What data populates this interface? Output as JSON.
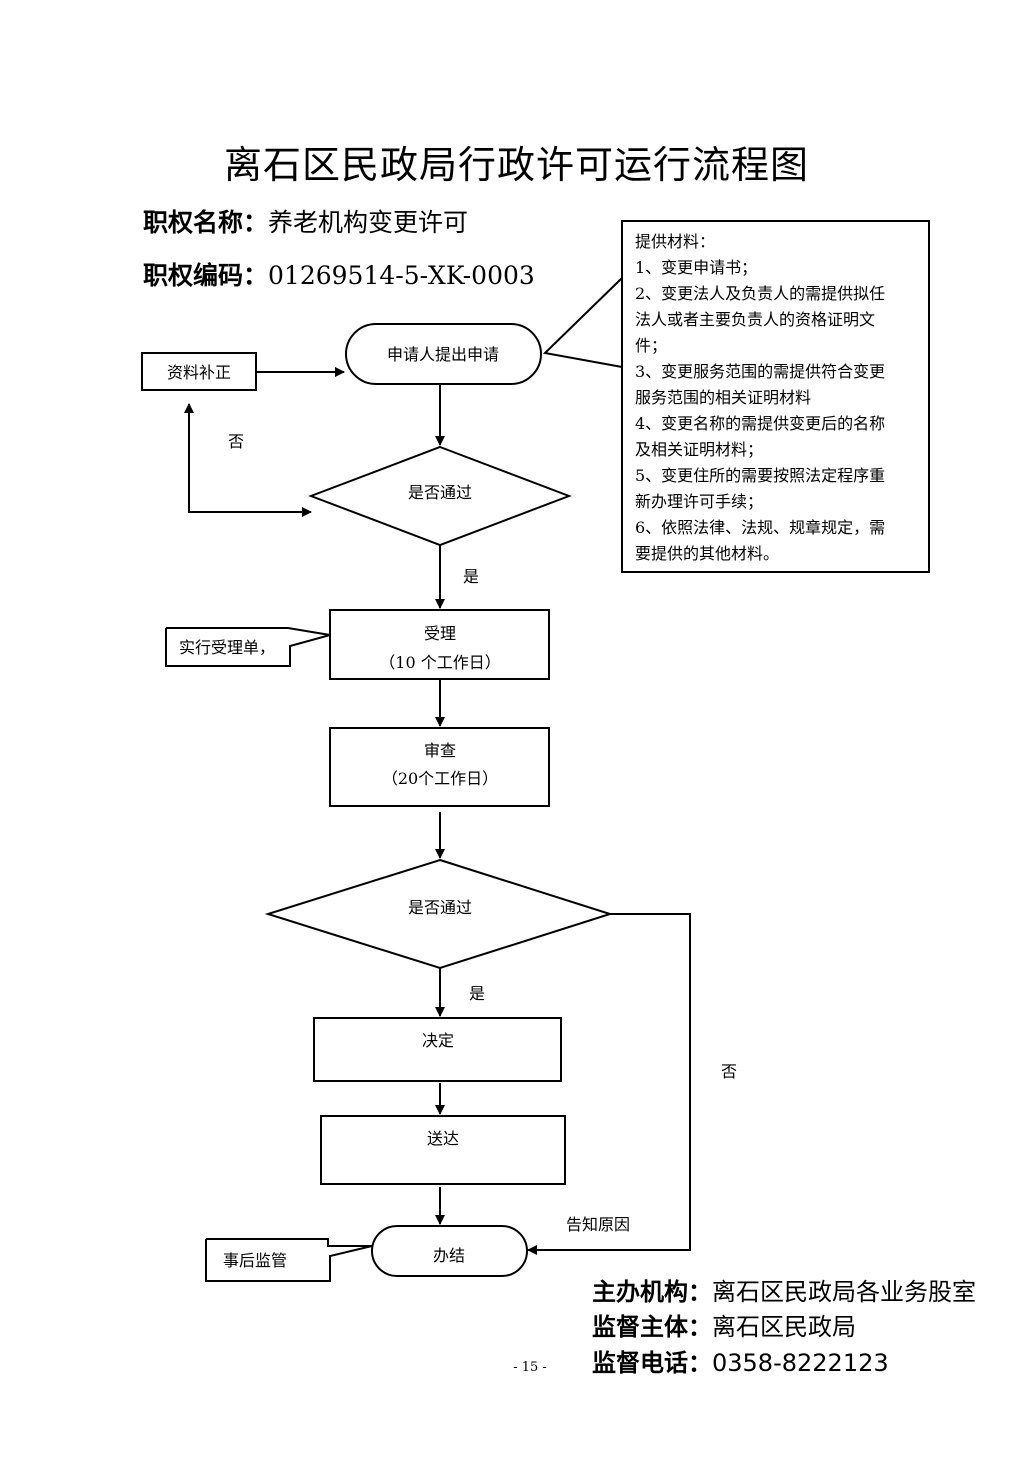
{
  "document": {
    "title": "离石区民政局行政许可运行流程图",
    "authority_name_label": "职权名称：",
    "authority_name_value": "养老机构变更许可",
    "authority_code_label": "职权编码：",
    "authority_code_value": "01269514-5-XK-0003"
  },
  "flowchart": {
    "start": "申请人提出申请",
    "supplement": "资料补正",
    "check1": "是否通过",
    "no1": "否",
    "yes1": "是",
    "accept_line1": "受理",
    "accept_line2": "（10 个工作日）",
    "accept_note": "实行受理单，",
    "review_line1": "审查",
    "review_line2": "（20个工作日）",
    "check2": "是否通过",
    "yes2": "是",
    "no2": "否",
    "decision": "决定",
    "delivery": "送达",
    "reason": "告知原因",
    "finish": "办结",
    "finish_note": "事后监管"
  },
  "materials": {
    "lines": [
      "提供材料：",
      "1、变更申请书；",
      "2、变更法人及负责人的需提供拟任",
      "法人或者主要负责人的资格证明文",
      "件；",
      "3、变更服务范围的需提供符合变更",
      "服务范围的相关证明材料",
      "4、变更名称的需提供变更后的名称",
      "及相关证明材料；",
      "5、变更住所的需要按照法定程序重",
      "新办理许可手续；",
      "6、依照法律、法规、规章规定，需",
      "要提供的其他材料。"
    ]
  },
  "footer": {
    "org_label": "主办机构：",
    "org_value": "离石区民政局各业务股室",
    "supervisor_label": "监督主体：",
    "supervisor_value": "离石区民政局",
    "phone_label": "监督电话：",
    "phone_value": "0358-8222123",
    "page_number": "- 15 -"
  }
}
